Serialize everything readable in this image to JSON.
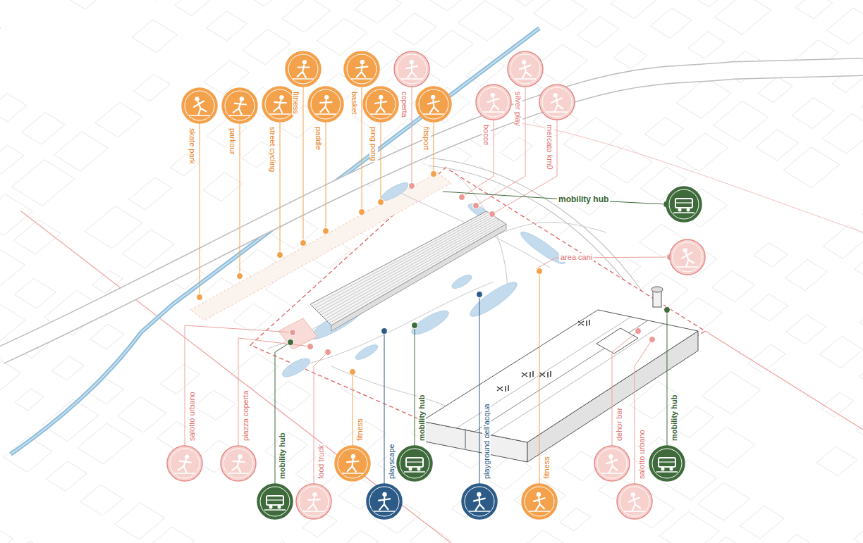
{
  "diagram": {
    "labels": [
      "skate park",
      "parkour",
      "street cycling",
      "fitness",
      "paddle",
      "basket",
      "ping pong",
      "coperta",
      "fitsport",
      "bocce",
      "silver play",
      "mercato km0",
      "mobility hub",
      "area cani",
      "salotto urbano",
      "piazza coperta",
      "mobility hub",
      "food truck",
      "fitness",
      "playscape",
      "mobility hub",
      "playground dell'acqua",
      "fitness",
      "dehor bar",
      "salotto urbano",
      "mobility hub"
    ]
  }
}
